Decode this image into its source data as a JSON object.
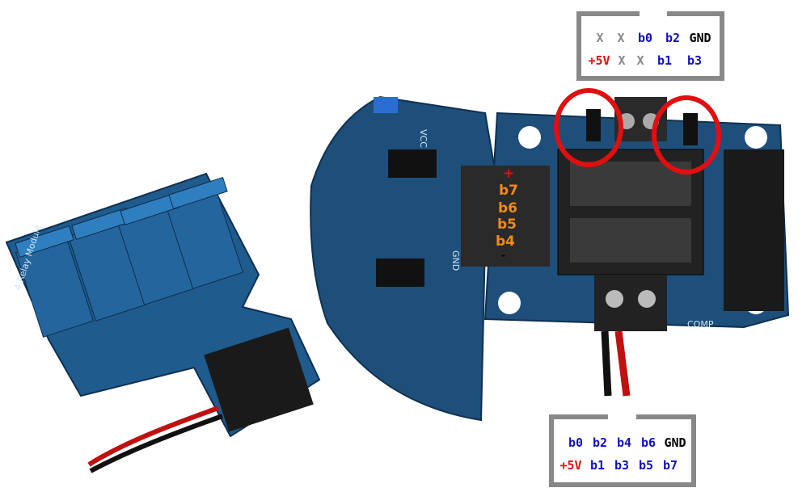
{
  "top_connector": {
    "row1": [
      "X",
      "X",
      "b0",
      "b2",
      "GND"
    ],
    "row2": [
      "+5V",
      "X",
      "X",
      "b1",
      "b3"
    ]
  },
  "bottom_connector": {
    "row1": [
      "b0",
      "b2",
      "b4",
      "b6",
      "GND"
    ],
    "row2": [
      "+5V",
      "b1",
      "b3",
      "b5",
      "b7"
    ]
  },
  "header_labels": {
    "plus": "+",
    "pins": [
      "b7",
      "b6",
      "b5",
      "b4"
    ],
    "minus": "-"
  },
  "silkscreen": {
    "comp": "COMP",
    "vcc": "VCC",
    "gnd": "GND",
    "board": "4 Relay Module"
  },
  "colors": {
    "pcb": "#1d4f7a",
    "highlight_circle": "#e01010",
    "label": "#f08a1a",
    "box_border": "#888888"
  }
}
